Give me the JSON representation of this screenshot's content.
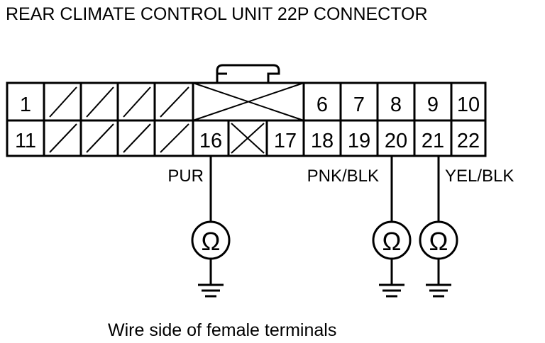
{
  "title": "REAR CLIMATE CONTROL UNIT 22P CONNECTOR",
  "caption": "Wire side of female terminals",
  "connector": {
    "top_row_pins": [
      "1",
      "6",
      "7",
      "8",
      "9",
      "10"
    ],
    "bottom_row_pins": [
      "11",
      "16",
      "17",
      "18",
      "19",
      "20",
      "21",
      "22"
    ]
  },
  "wires": [
    {
      "pin": "16",
      "color_label": "PUR"
    },
    {
      "pin": "20",
      "color_label": "PNK/BLK"
    },
    {
      "pin": "21",
      "color_label": "YEL/BLK"
    }
  ],
  "meter_symbol": "Ω",
  "icons": [
    "ohmmeter-icon",
    "ground-icon"
  ]
}
